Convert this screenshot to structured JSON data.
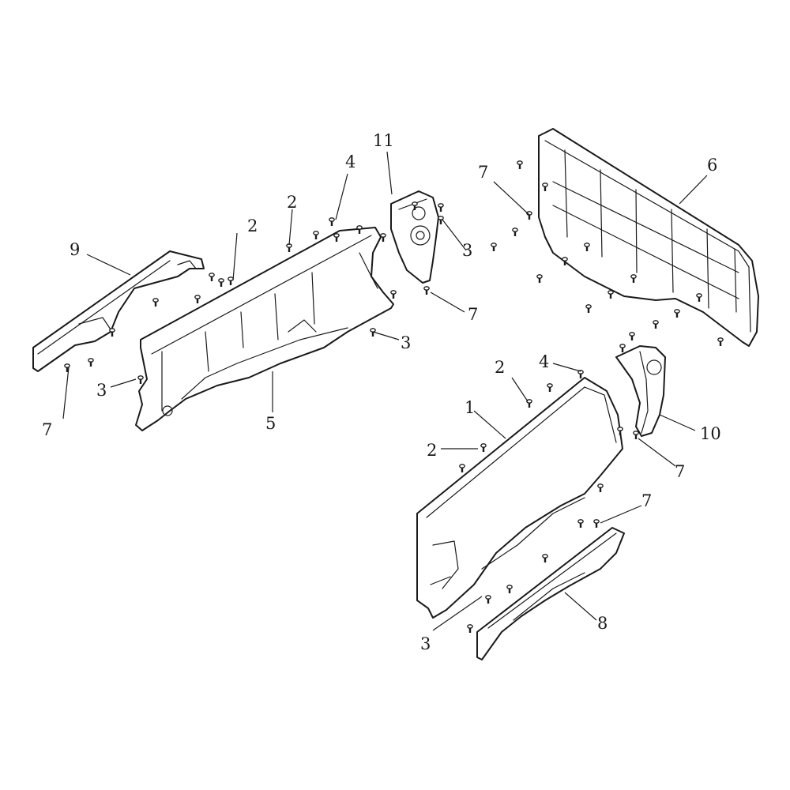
{
  "diagram": {
    "callouts": [
      {
        "id": "c1",
        "text": "1"
      },
      {
        "id": "c2a",
        "text": "2"
      },
      {
        "id": "c2b",
        "text": "2"
      },
      {
        "id": "c2c",
        "text": "2"
      },
      {
        "id": "c2d",
        "text": "2"
      },
      {
        "id": "c3a",
        "text": "3"
      },
      {
        "id": "c3b",
        "text": "3"
      },
      {
        "id": "c3c",
        "text": "3"
      },
      {
        "id": "c3d",
        "text": "3"
      },
      {
        "id": "c4a",
        "text": "4"
      },
      {
        "id": "c4b",
        "text": "4"
      },
      {
        "id": "c5",
        "text": "5"
      },
      {
        "id": "c6",
        "text": "6"
      },
      {
        "id": "c7a",
        "text": "7"
      },
      {
        "id": "c7b",
        "text": "7"
      },
      {
        "id": "c7c",
        "text": "7"
      },
      {
        "id": "c7d",
        "text": "7"
      },
      {
        "id": "c7e",
        "text": "7"
      },
      {
        "id": "c8",
        "text": "8"
      },
      {
        "id": "c9",
        "text": "9"
      },
      {
        "id": "c10",
        "text": "10"
      },
      {
        "id": "c11",
        "text": "11"
      }
    ],
    "colors": {
      "line": "#1a1a1a",
      "fill": "#ffffff"
    }
  }
}
